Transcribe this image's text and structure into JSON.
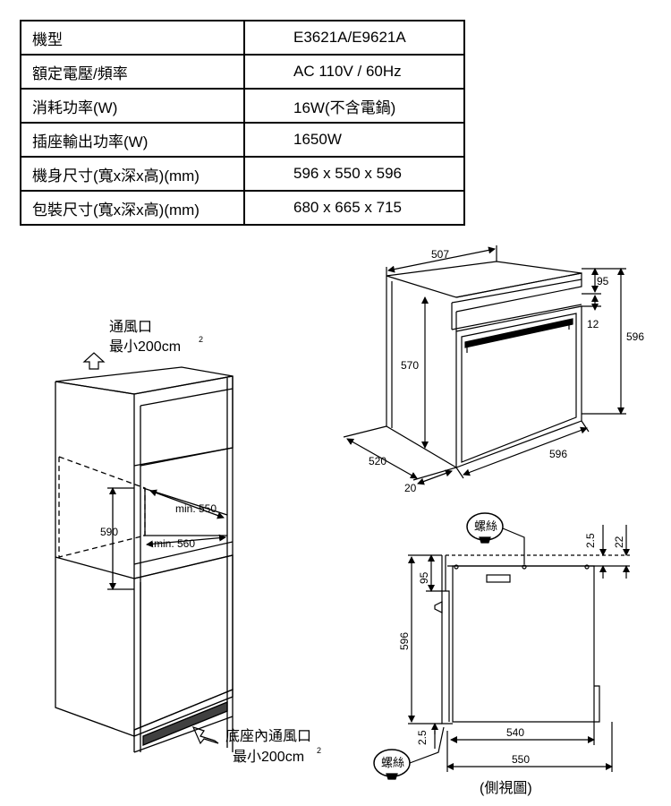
{
  "spec_table": {
    "rows": [
      {
        "label": "機型",
        "value": "E3621A/E9621A"
      },
      {
        "label": "額定電壓/頻率",
        "value": "AC 110V / 60Hz"
      },
      {
        "label": "消耗功率(W)",
        "value": "16W(不含電鍋)"
      },
      {
        "label": "插座輸出功率(W)",
        "value": "1650W"
      },
      {
        "label": "機身尺寸(寬x深x高)(mm)",
        "value": "596 x 550 x 596"
      },
      {
        "label": "包裝尺寸(寬x深x高)(mm)",
        "value": "680 x 665 x 715"
      }
    ]
  },
  "cabinet": {
    "top_vent_label": "通風口",
    "top_vent_min": "最小200cm",
    "bottom_vent_label": "底座內通風口",
    "bottom_vent_min": "最小200cm",
    "superscript": "2",
    "dim_height": "590",
    "dim_min_550": "min. 550",
    "dim_min_560": "min. 560"
  },
  "oven_iso": {
    "dim_width_top": "507",
    "dim_95": "95",
    "dim_12": "12",
    "dim_596_height": "596",
    "dim_570": "570",
    "dim_520": "520",
    "dim_20": "20",
    "dim_596_width": "596"
  },
  "side_view": {
    "screw_label": "螺絲",
    "dim_2_5_top": "2.5",
    "dim_22": "22",
    "dim_95": "95",
    "dim_596": "596",
    "dim_2_5_bottom": "2.5",
    "dim_540": "540",
    "dim_550": "550",
    "caption": "(側視圖)"
  }
}
